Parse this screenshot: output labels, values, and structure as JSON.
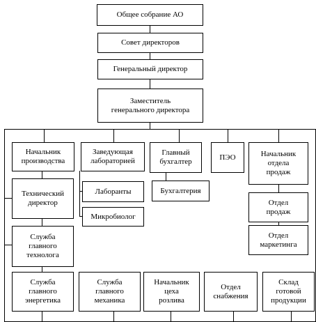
{
  "org_chart": {
    "general_meeting": "Общее собрание АО",
    "board": "Совет директоров",
    "ceo": "Генеральный директор",
    "deputy": "Заместитель\nгенерального директора",
    "production_head": "Начальник\nпроизводства",
    "technical_director": "Технический\nдиректор",
    "chief_technologist_service": "Служба\nглавного\nтехнолога",
    "chief_power_engineer_service": "Служба\nглавного\nэнергетика",
    "chief_mechanic_service": "Служба\nглавного\nмеханика",
    "bottling_shop_head": "Начальник\nцеха\nрозлива",
    "supply_department": "Отдел\nснабжения",
    "finished_goods_warehouse": "Склад\nготовой\nпродукции",
    "lab_head": "Заведующая\nлабораторией",
    "lab_assistants": "Лаборанты",
    "microbiologist": "Микробиолог",
    "chief_accountant": "Главный\nбухгалтер",
    "accounting": "Бухгалтерия",
    "peo": "ПЭО",
    "sales_head": "Начальник\nотдела\nпродаж",
    "sales_department": "Отдел\nпродаж",
    "marketing_department": "Отдел\nмаркетинга"
  }
}
